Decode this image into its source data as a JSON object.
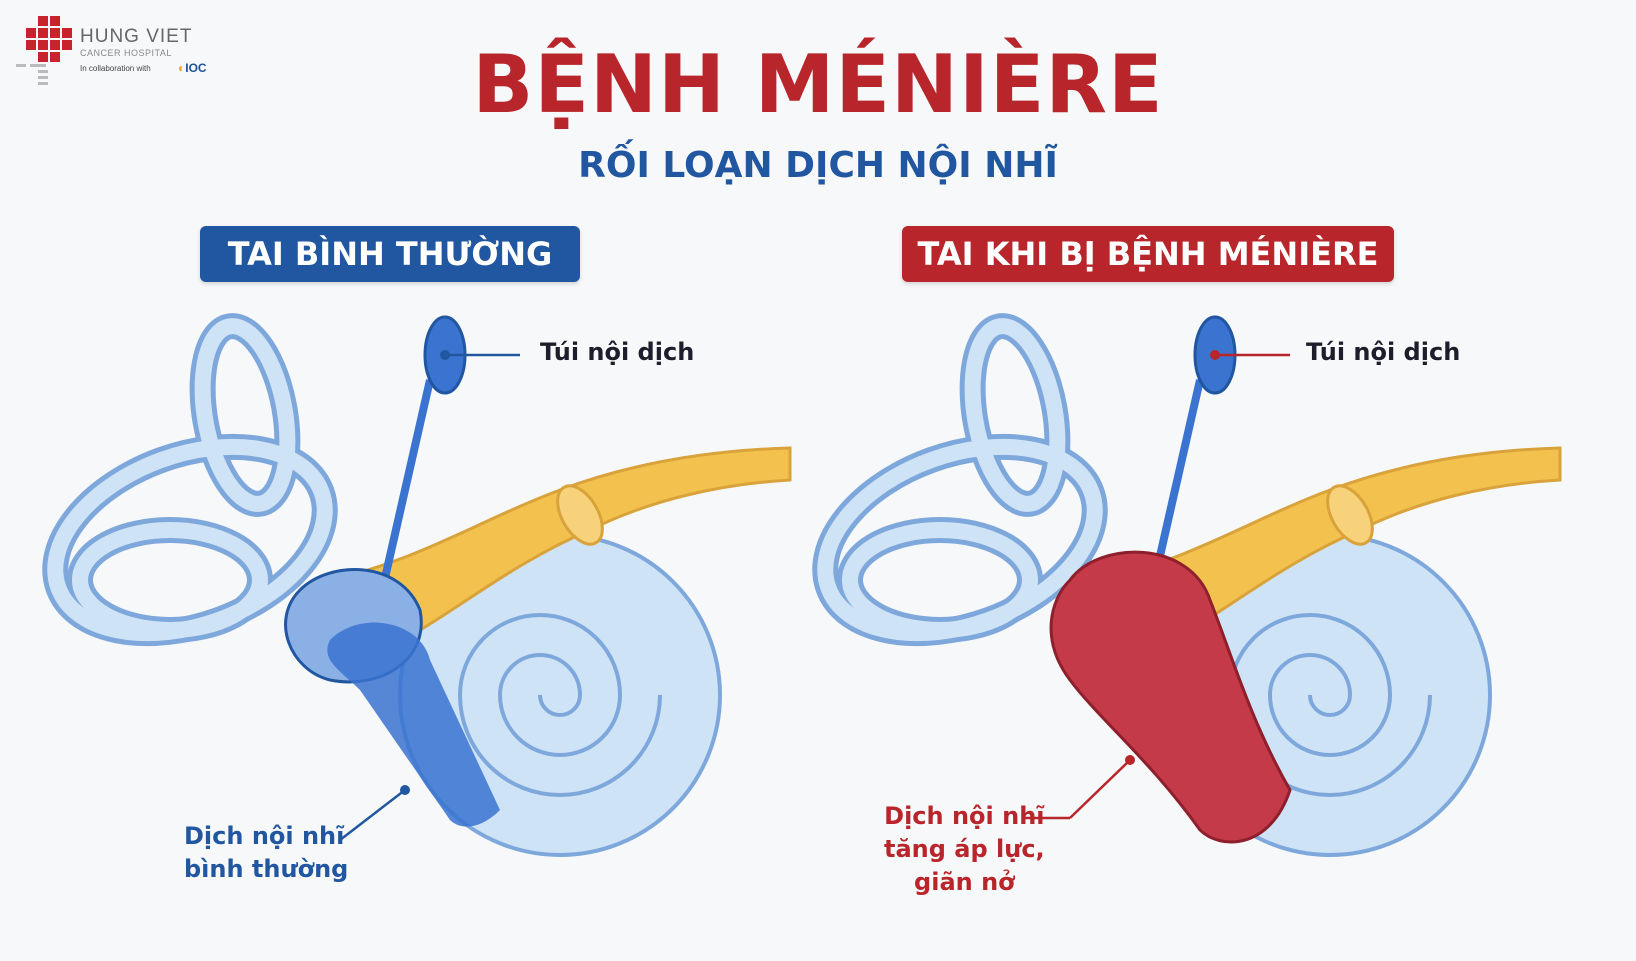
{
  "logo": {
    "name": "HUNG VIET",
    "subname": "CANCER HOSPITAL",
    "collab_text": "In collaboration with",
    "partner": "IOC"
  },
  "title": "BỆNH MÉNIÈRE",
  "subtitle": "RỐI LOẠN DỊCH NỘI NHĨ",
  "left_panel": {
    "badge": "TAI BÌNH THƯỜNG",
    "sac_label": "Túi nội dịch",
    "fluid_label_lines": [
      "Dịch nội nhĩ",
      "bình thường"
    ]
  },
  "right_panel": {
    "badge": "TAI KHI BỊ BỆNH MÉNIÈRE",
    "sac_label": "Túi nội dịch",
    "fluid_label_lines": [
      "Dịch nội nhĩ",
      "tăng áp lực,",
      "giãn nở"
    ]
  },
  "colors": {
    "brand_red": "#b8252a",
    "brand_blue": "#2156a0",
    "normal_fluid": "#3a73d0",
    "swollen_fluid": "#c43a48",
    "nerve": "#f3c24e",
    "cochlea": "#cfe3f7"
  }
}
